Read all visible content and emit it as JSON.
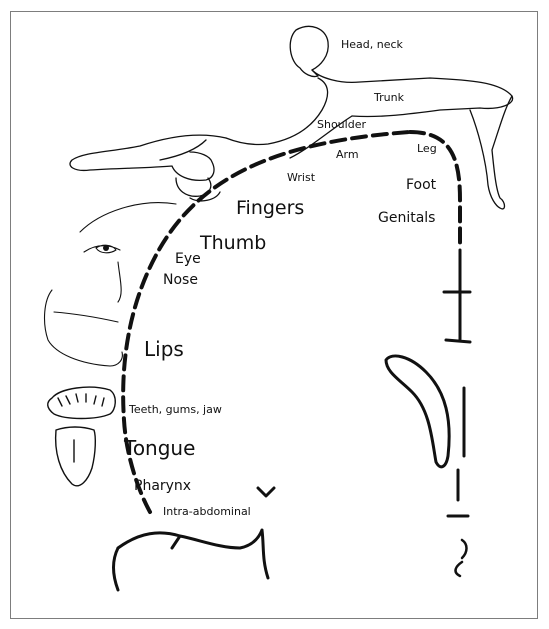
{
  "labels": {
    "head_neck": "Head, neck",
    "trunk": "Trunk",
    "shoulder": "Shoulder",
    "arm": "Arm",
    "leg": "Leg",
    "wrist": "Wrist",
    "foot": "Foot",
    "fingers": "Fingers",
    "genitals": "Genitals",
    "thumb": "Thumb",
    "eye": "Eye",
    "nose": "Nose",
    "lips": "Lips",
    "teeth_gums_jaw": "Teeth, gums, jaw",
    "tongue": "Tongue",
    "pharynx": "Pharynx",
    "intra_abdominal": "Intra-abdominal"
  },
  "colors": {
    "ink": "#111111",
    "border": "#7d7d7d",
    "background": "#ffffff"
  }
}
